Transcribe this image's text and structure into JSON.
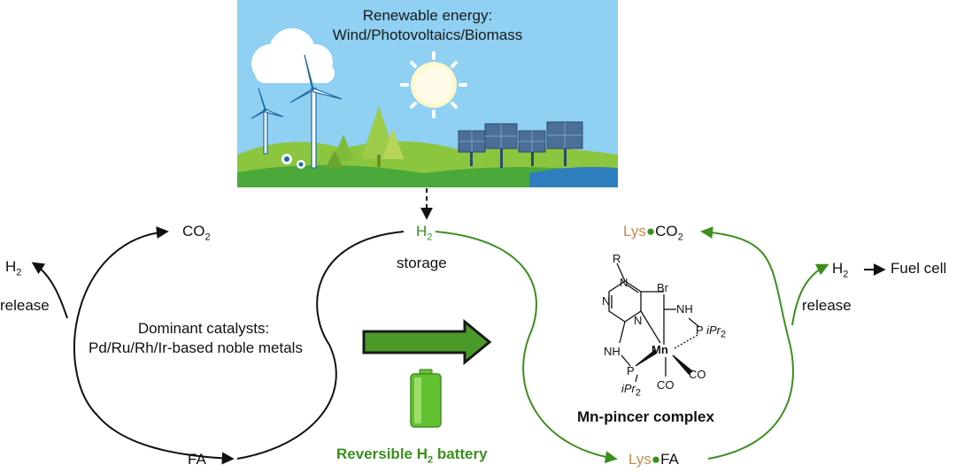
{
  "banner": {
    "line1": "Renewable energy:",
    "line2": "Wind/Photovoltaics/Biomass"
  },
  "left_cycle": {
    "top": "CO",
    "top_sub": "2",
    "bottom": "FA",
    "center_line1": "Dominant catalysts:",
    "center_line2": "Pd/Ru/Rh/Ir-based noble metals",
    "release_h": "H",
    "release_sub": "2",
    "release_label": "release"
  },
  "middle": {
    "h2": "H",
    "h2_sub": "2",
    "storage": "storage",
    "battery_label_a": "Reversible H",
    "battery_label_sub": "2",
    "battery_label_b": " battery"
  },
  "right_cycle": {
    "top_prefix": "Lys",
    "top_suffix": "CO",
    "top_sub": "2",
    "bottom_prefix": "Lys",
    "bottom_suffix": "FA",
    "release_label": "release",
    "out_h": "H",
    "out_sub": "2",
    "out_target": "Fuel cell",
    "complex_name": "Mn-pincer complex"
  },
  "structure": {
    "R": "R",
    "N1": "N",
    "N2": "N",
    "N3": "N",
    "Br": "Br",
    "NH_top": "NH",
    "P_right": "P",
    "iPr_right": "iPr",
    "iPr_right_sub": "2",
    "Mn": "Mn",
    "NH_left": "NH",
    "P_left": "P",
    "iPr_left": "iPr",
    "iPr_left_sub": "2",
    "CO1": "CO",
    "CO2": "CO"
  },
  "colors": {
    "green": "#3a8f1e",
    "lys": "#c8894a",
    "sky": "#87cdf2",
    "arrow_green": "#4a9a2a"
  }
}
